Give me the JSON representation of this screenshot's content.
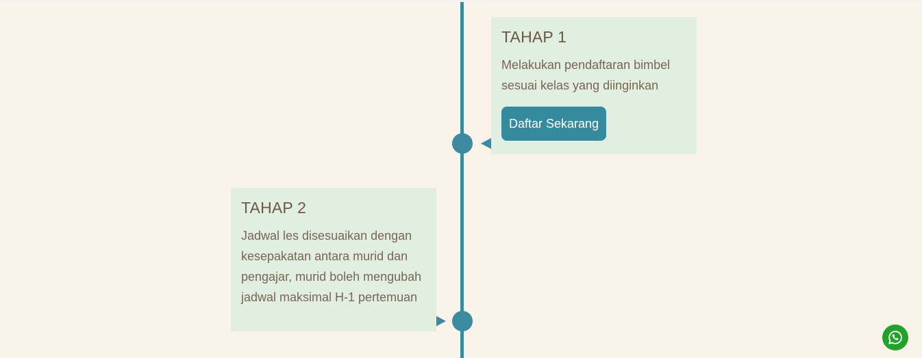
{
  "timeline": {
    "steps": [
      {
        "title": "TAHAP 1",
        "description": "Melakukan pendaftaran bimbel sesuai kelas yang diinginkan",
        "button_label": "Daftar Sekarang"
      },
      {
        "title": "TAHAP 2",
        "description": "Jadwal les disesuaikan dengan kesepakatan antara murid dan pengajar, murid boleh mengubah jadwal maksimal H-1 pertemuan"
      }
    ]
  },
  "floating": {
    "whatsapp_icon": "whatsapp-icon"
  },
  "colors": {
    "background": "#faf3e9",
    "card_background": "#e1efe0",
    "accent": "#3b8aa0",
    "whatsapp": "#21a32b",
    "title_text": "#6b5745",
    "body_text": "#7a6554"
  }
}
